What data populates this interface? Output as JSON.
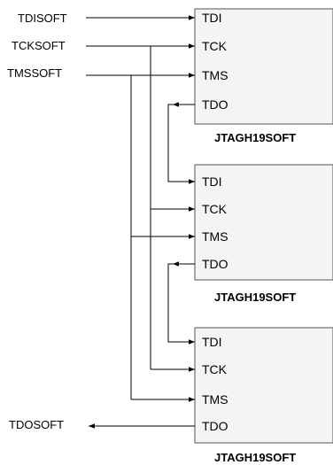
{
  "signals": {
    "tdi_in": "TDISOFT",
    "tck_in": "TCKSOFT",
    "tms_in": "TMSSOFT",
    "tdo_out": "TDOSOFT"
  },
  "blocks": [
    {
      "name": "JTAGH19SOFT",
      "pins": [
        "TDI",
        "TCK",
        "TMS",
        "TDO"
      ]
    },
    {
      "name": "JTAGH19SOFT",
      "pins": [
        "TDI",
        "TCK",
        "TMS",
        "TDO"
      ]
    },
    {
      "name": "JTAGH19SOFT",
      "pins": [
        "TDI",
        "TCK",
        "TMS",
        "TDO"
      ]
    }
  ]
}
